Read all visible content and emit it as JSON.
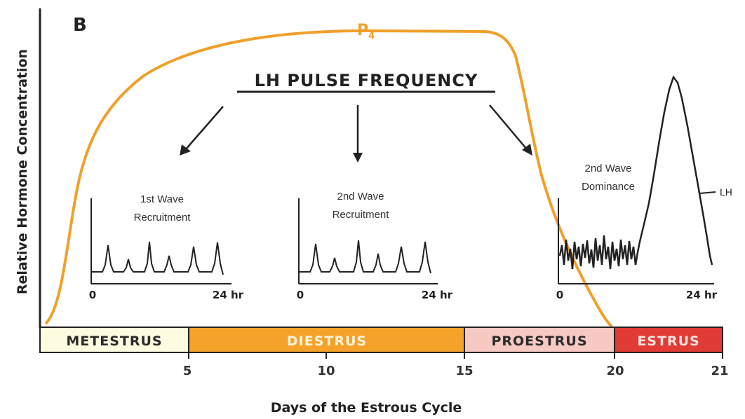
{
  "panel_label": "B",
  "y_axis_label": "Relative Hormone Concentration",
  "x_axis_label": "Days of the Estrous Cycle",
  "x_ticks": [
    "5",
    "10",
    "15",
    "20",
    "21"
  ],
  "p4_label": "P",
  "p4_subscript": "4",
  "lh_pulse_title": "LH PULSE FREQUENCY",
  "lh_label": "LH",
  "phases": [
    {
      "label": "METESTRUS",
      "fill": "#fdfbe0",
      "text_color": "#2b2b2b"
    },
    {
      "label": "DIESTRUS",
      "fill": "#f4a22a",
      "text_color": "#fff3dc"
    },
    {
      "label": "PROESTRUS",
      "fill": "#f6c9c3",
      "text_color": "#2b2b2b"
    },
    {
      "label": "ESTRUS",
      "fill": "#e03b35",
      "text_color": "#fde4e1"
    }
  ],
  "insets": [
    {
      "title_line1": "1st Wave",
      "title_line2": "Recruitment",
      "x_start": "0",
      "x_end": "24 hr"
    },
    {
      "title_line1": "2nd Wave",
      "title_line2": "Recruitment",
      "x_start": "0",
      "x_end": "24 hr"
    },
    {
      "title_line1": "2nd Wave",
      "title_line2": "Dominance",
      "x_start": "0",
      "x_end": "24 hr"
    }
  ],
  "colors": {
    "p4_curve": "#f0a02a",
    "axis": "#222222",
    "trace": "#222222"
  }
}
